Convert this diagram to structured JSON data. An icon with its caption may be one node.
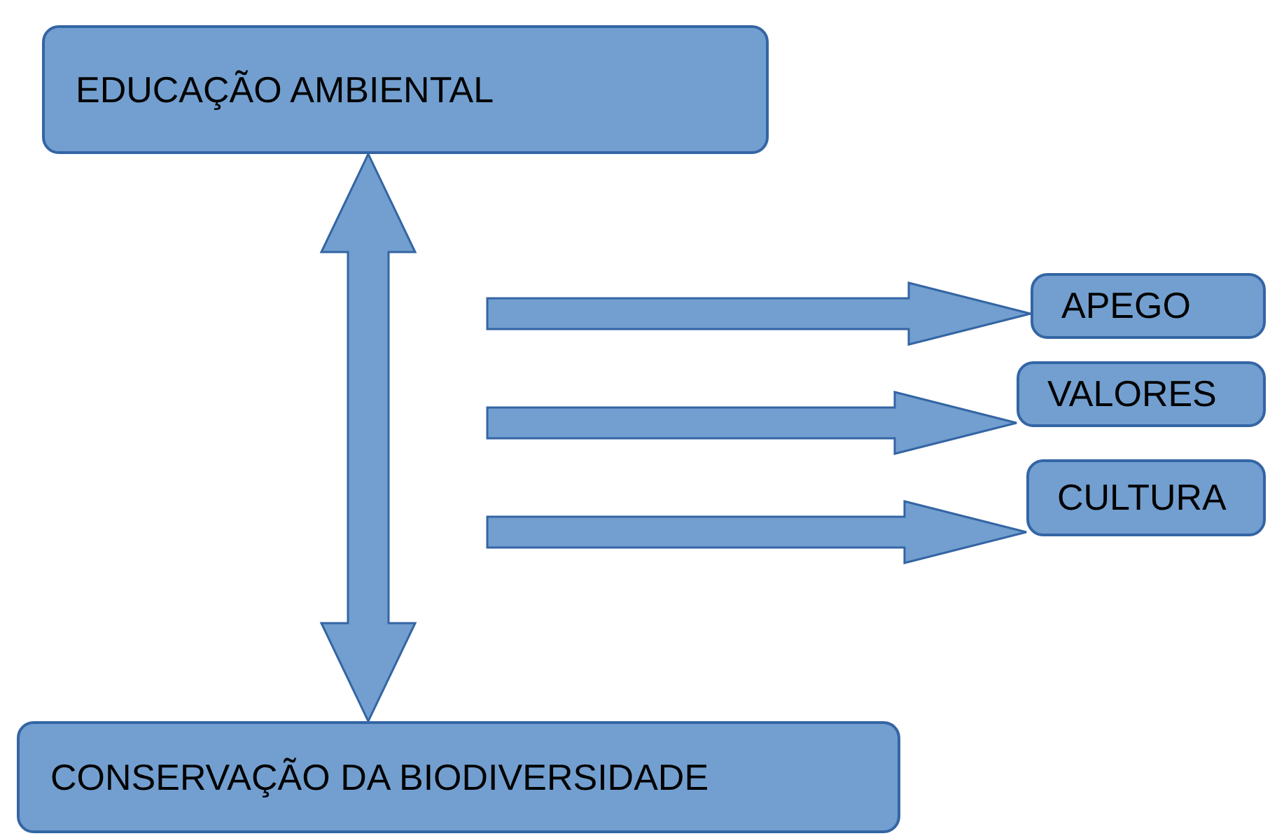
{
  "diagram": {
    "nodes": [
      {
        "text": [
          "EDUCAÇÃO AMBIENTAL"
        ]
      },
      {
        "text": [
          "APEGO"
        ]
      },
      {
        "text": [
          "VALORES"
        ]
      },
      {
        "text": [
          "CULTURA"
        ]
      },
      {
        "text": [
          "CONSERVAÇÃO DA BIODIVERSIDADE"
        ]
      }
    ],
    "edges": [
      {
        "from": 0,
        "to": 4,
        "arrow": "both"
      },
      {
        "from": null,
        "to": 1,
        "arrow": "to"
      },
      {
        "from": null,
        "to": 2,
        "arrow": "to"
      },
      {
        "from": null,
        "to": 3,
        "arrow": "to"
      }
    ]
  }
}
